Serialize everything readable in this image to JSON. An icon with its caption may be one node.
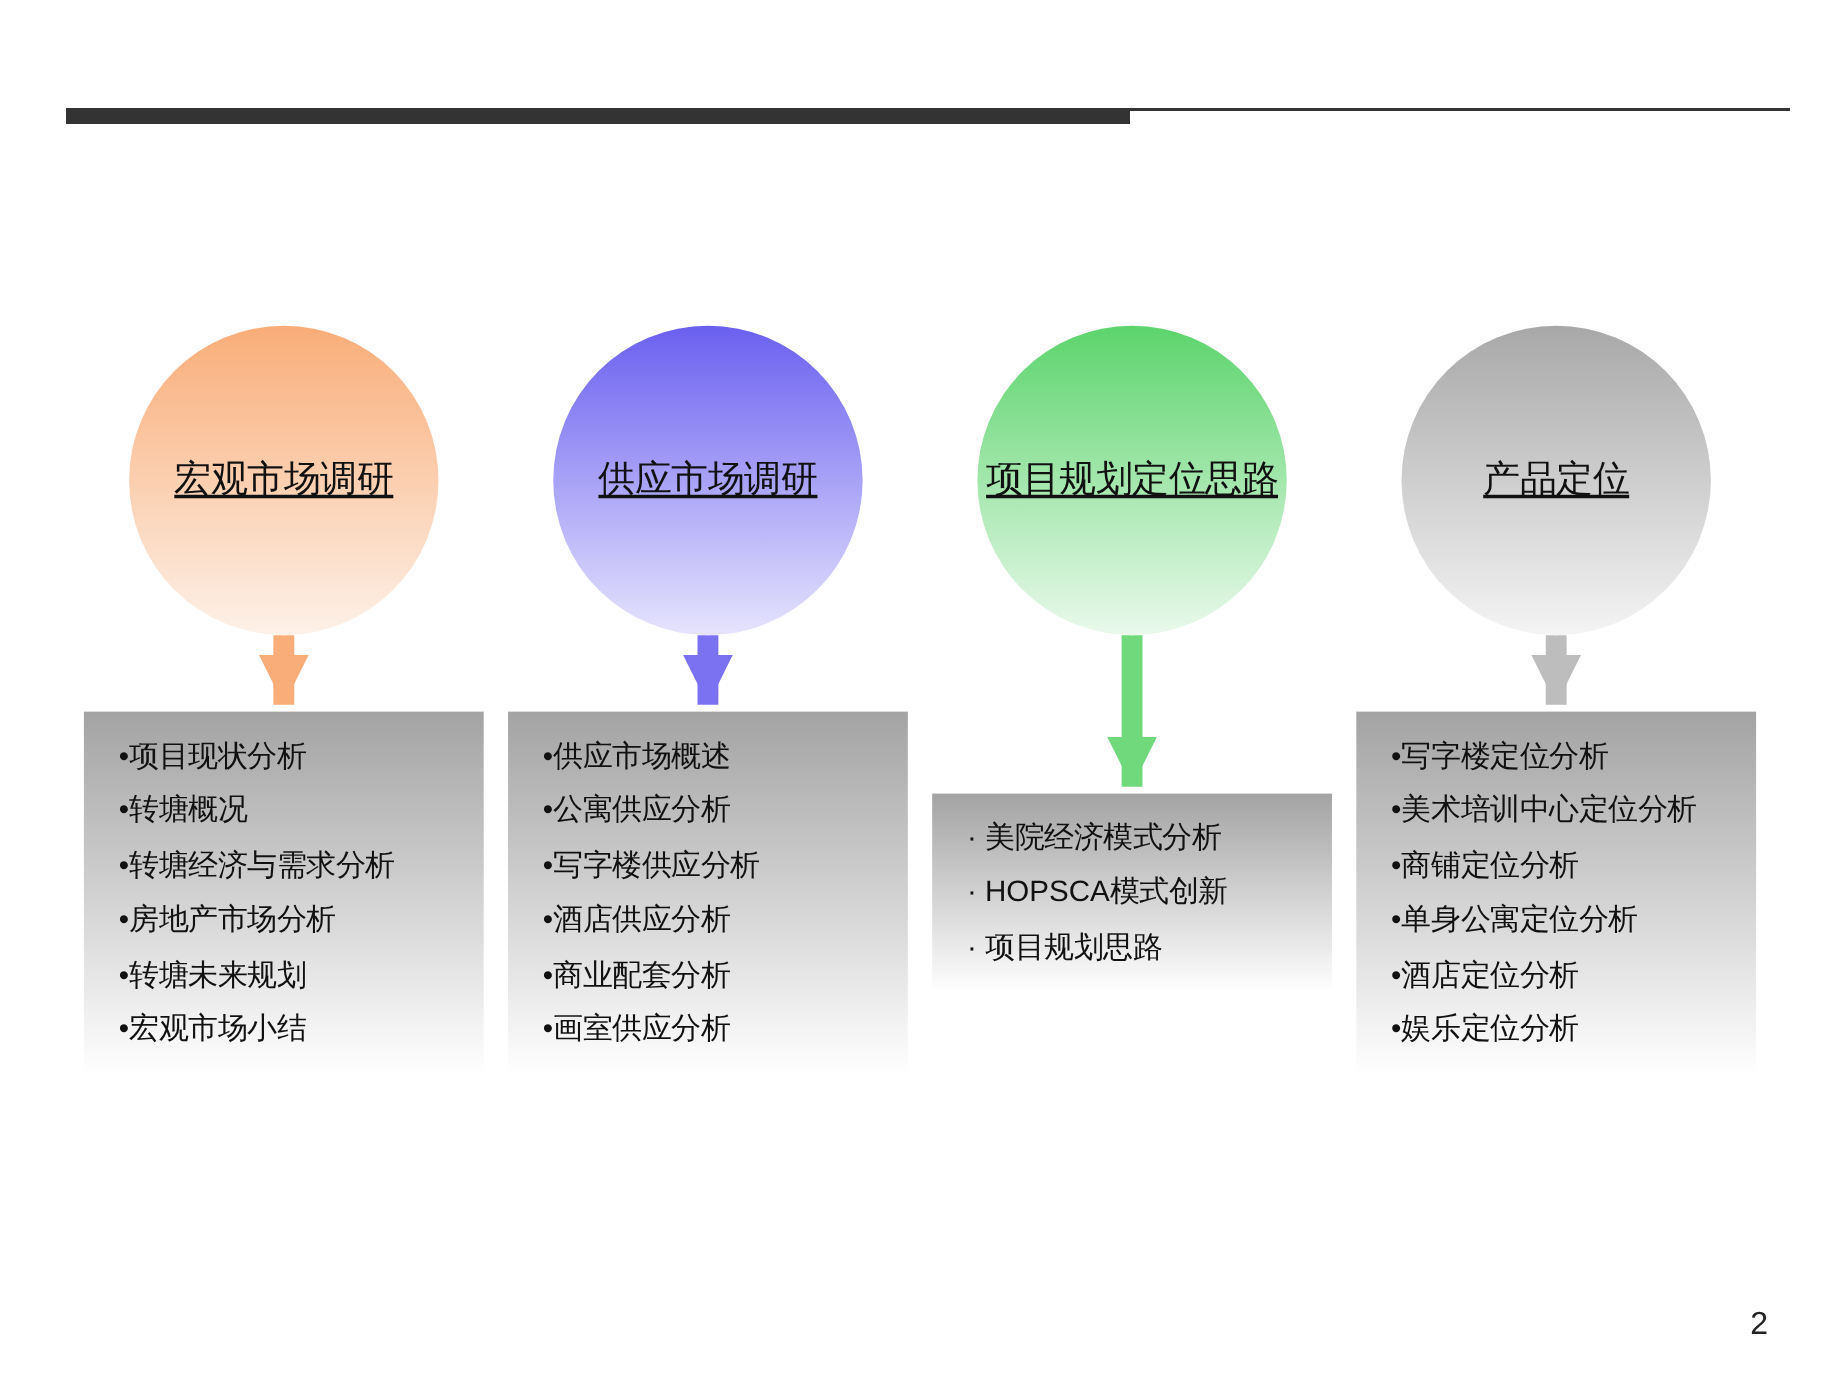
{
  "diagram": {
    "nodes": [
      {
        "text": [
          "宏观市场调研"
        ]
      },
      {
        "text": [
          "供应市场调研"
        ]
      },
      {
        "text": [
          "项目规划定位思路"
        ]
      },
      {
        "text": [
          "产品定位"
        ]
      },
      {
        "text": [
          "•项目现状分析",
          "•转塘概况",
          "•转塘经济与需求分析",
          "•房地产市场分析",
          "•转塘未来规划",
          "•宏观市场小结"
        ]
      },
      {
        "text": [
          "•供应市场概述",
          "•公寓供应分析",
          "•写字楼供应分析",
          "•酒店供应分析",
          "•商业配套分析",
          "•画室供应分析"
        ]
      },
      {
        "text": [
          "· 美院经济模式分析",
          "· HOPSCA模式创新",
          "· 项目规划思路"
        ]
      },
      {
        "text": [
          "•写字楼定位分析",
          "•美术培训中心定位分析",
          "•商铺定位分析",
          "•单身公寓定位分析",
          "•酒店定位分析",
          "•娱乐定位分析"
        ]
      }
    ],
    "edges": [
      {
        "from": 0,
        "to": 4,
        "arrow": "to",
        "color": "#f9ad78"
      },
      {
        "from": 1,
        "to": 5,
        "arrow": "to",
        "color": "#7b72f2"
      },
      {
        "from": 2,
        "to": 6,
        "arrow": "to",
        "color": "#6fd97c"
      },
      {
        "from": 3,
        "to": 7,
        "arrow": "to",
        "color": "#bdbdbd"
      }
    ],
    "labels": [
      "2"
    ]
  }
}
